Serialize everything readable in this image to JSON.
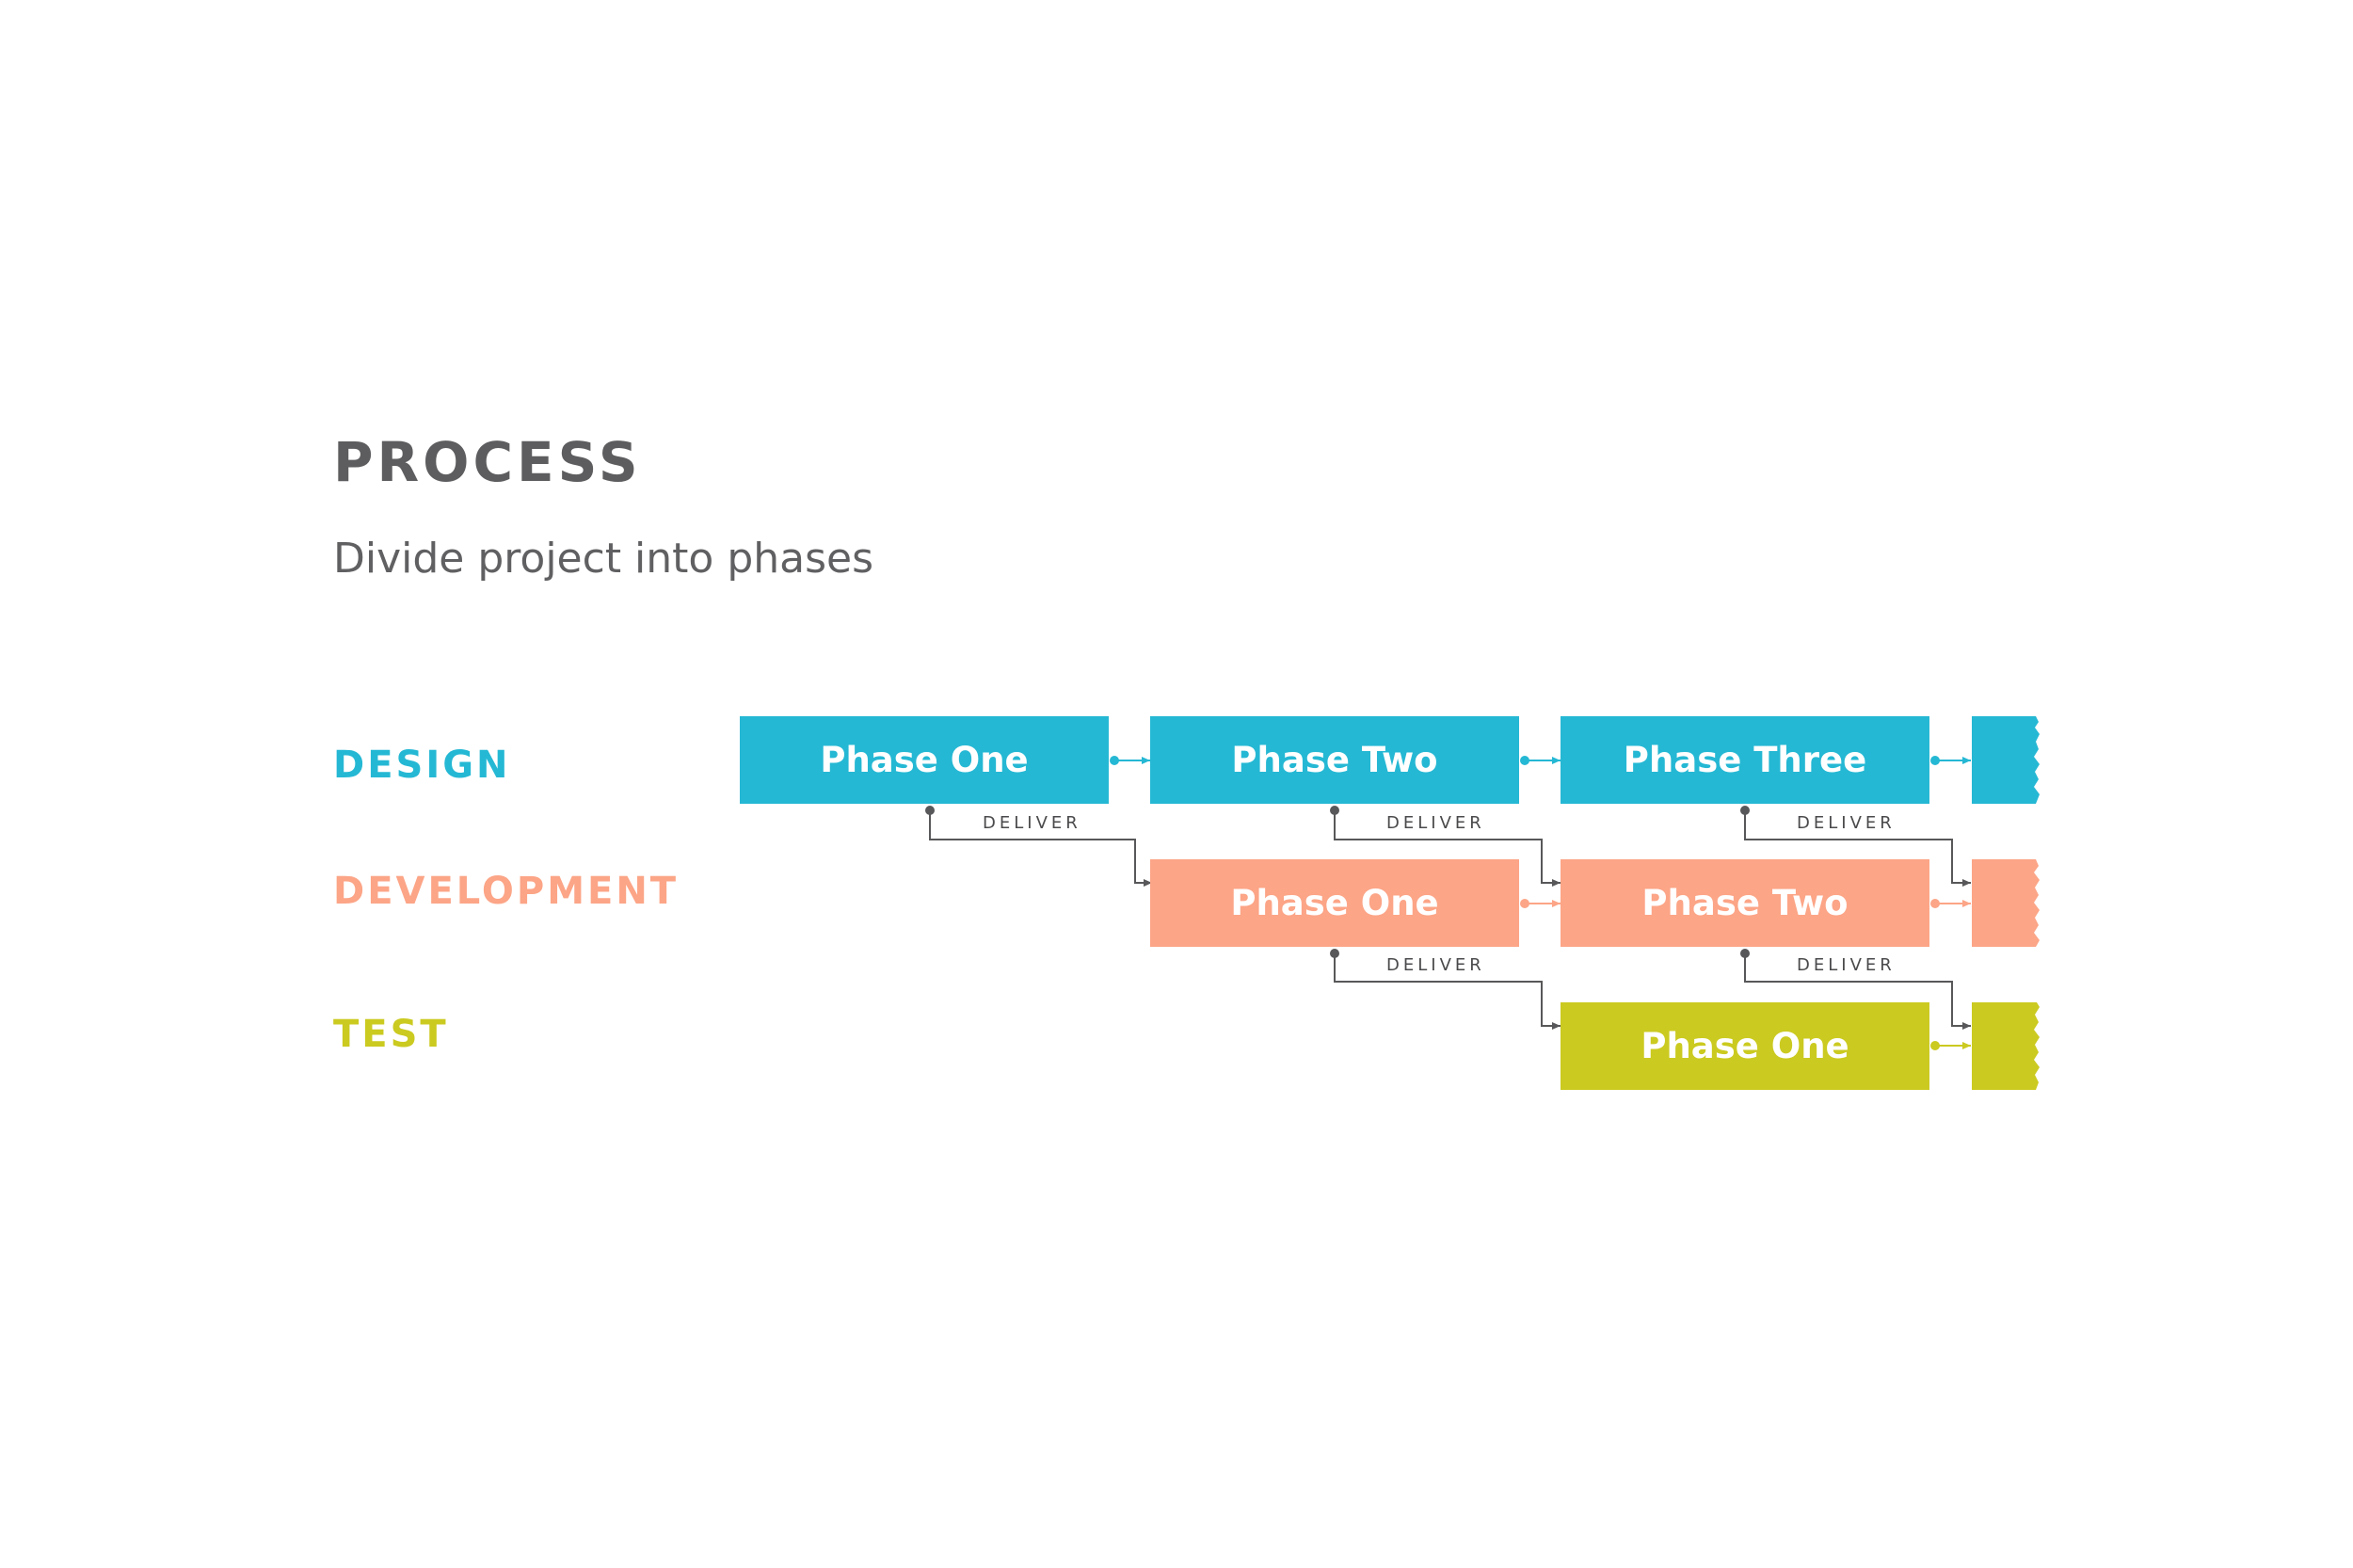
{
  "title": "PROCESS",
  "subtitle": "Divide project into phases",
  "colors": {
    "design": "#25b8d4",
    "development": "#fca587",
    "test": "#cbca20",
    "connector": "#58585a"
  },
  "tracks": [
    {
      "label": "DESIGN",
      "phases": [
        "Phase One",
        "Phase Two",
        "Phase Three"
      ]
    },
    {
      "label": "DEVELOPMENT",
      "phases": [
        "Phase One",
        "Phase Two"
      ]
    },
    {
      "label": "TEST",
      "phases": [
        "Phase One"
      ]
    }
  ],
  "deliver_label": "DELIVER"
}
